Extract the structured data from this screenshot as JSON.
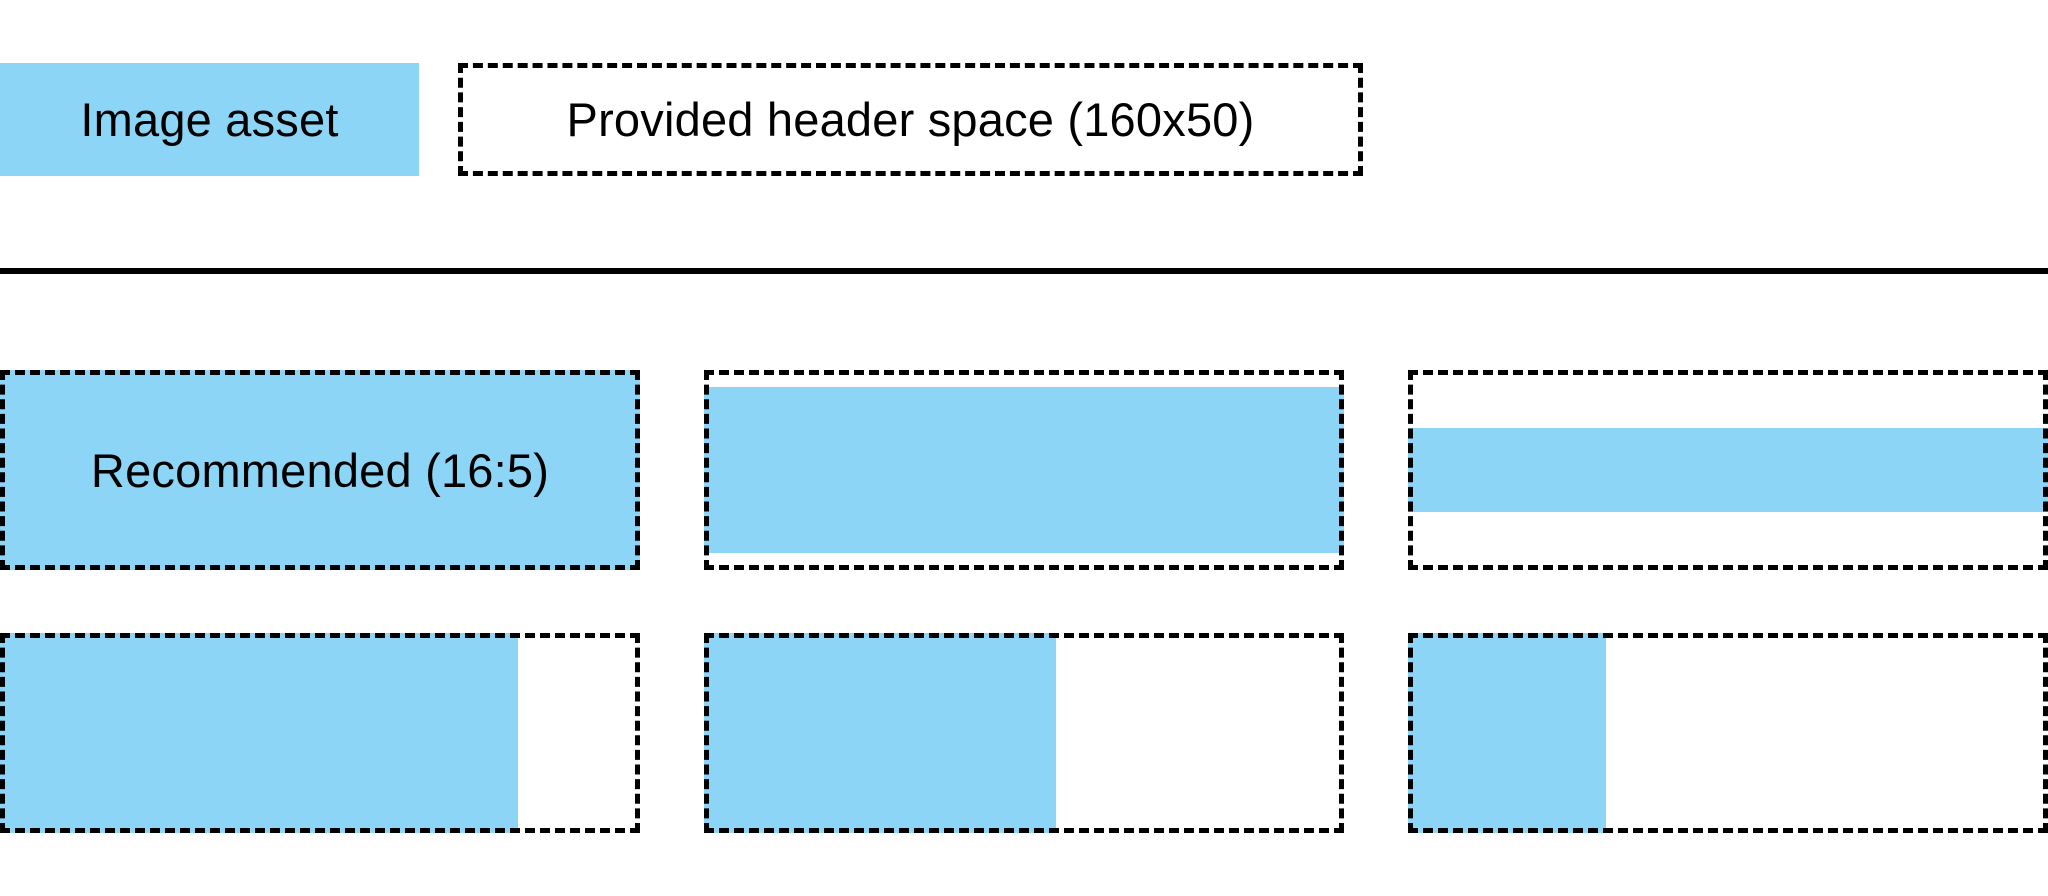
{
  "colors": {
    "asset_blue": "#8DD5F6",
    "line_black": "#000000"
  },
  "legend": {
    "asset_label": "Image asset",
    "header_space_label": "Provided header space (160x50)"
  },
  "examples": [
    {
      "id": "recommended-16-5",
      "label": "Recommended (16:5)",
      "fill": {
        "width_pct": 100,
        "height_pct": 100
      }
    },
    {
      "id": "wide-slight-letterbox",
      "label": "",
      "fill": {
        "width_pct": 100,
        "height_pct": 83
      }
    },
    {
      "id": "extra-wide-letterbox",
      "label": "",
      "fill": {
        "width_pct": 100,
        "height_pct": 42
      }
    },
    {
      "id": "narrow-pillarbox-large",
      "label": "",
      "fill": {
        "width_pct": 81,
        "height_pct": 100
      }
    },
    {
      "id": "narrow-pillarbox-medium",
      "label": "",
      "fill": {
        "width_pct": 55,
        "height_pct": 100
      }
    },
    {
      "id": "narrow-pillarbox-small",
      "label": "",
      "fill": {
        "width_pct": 31,
        "height_pct": 100
      }
    }
  ]
}
